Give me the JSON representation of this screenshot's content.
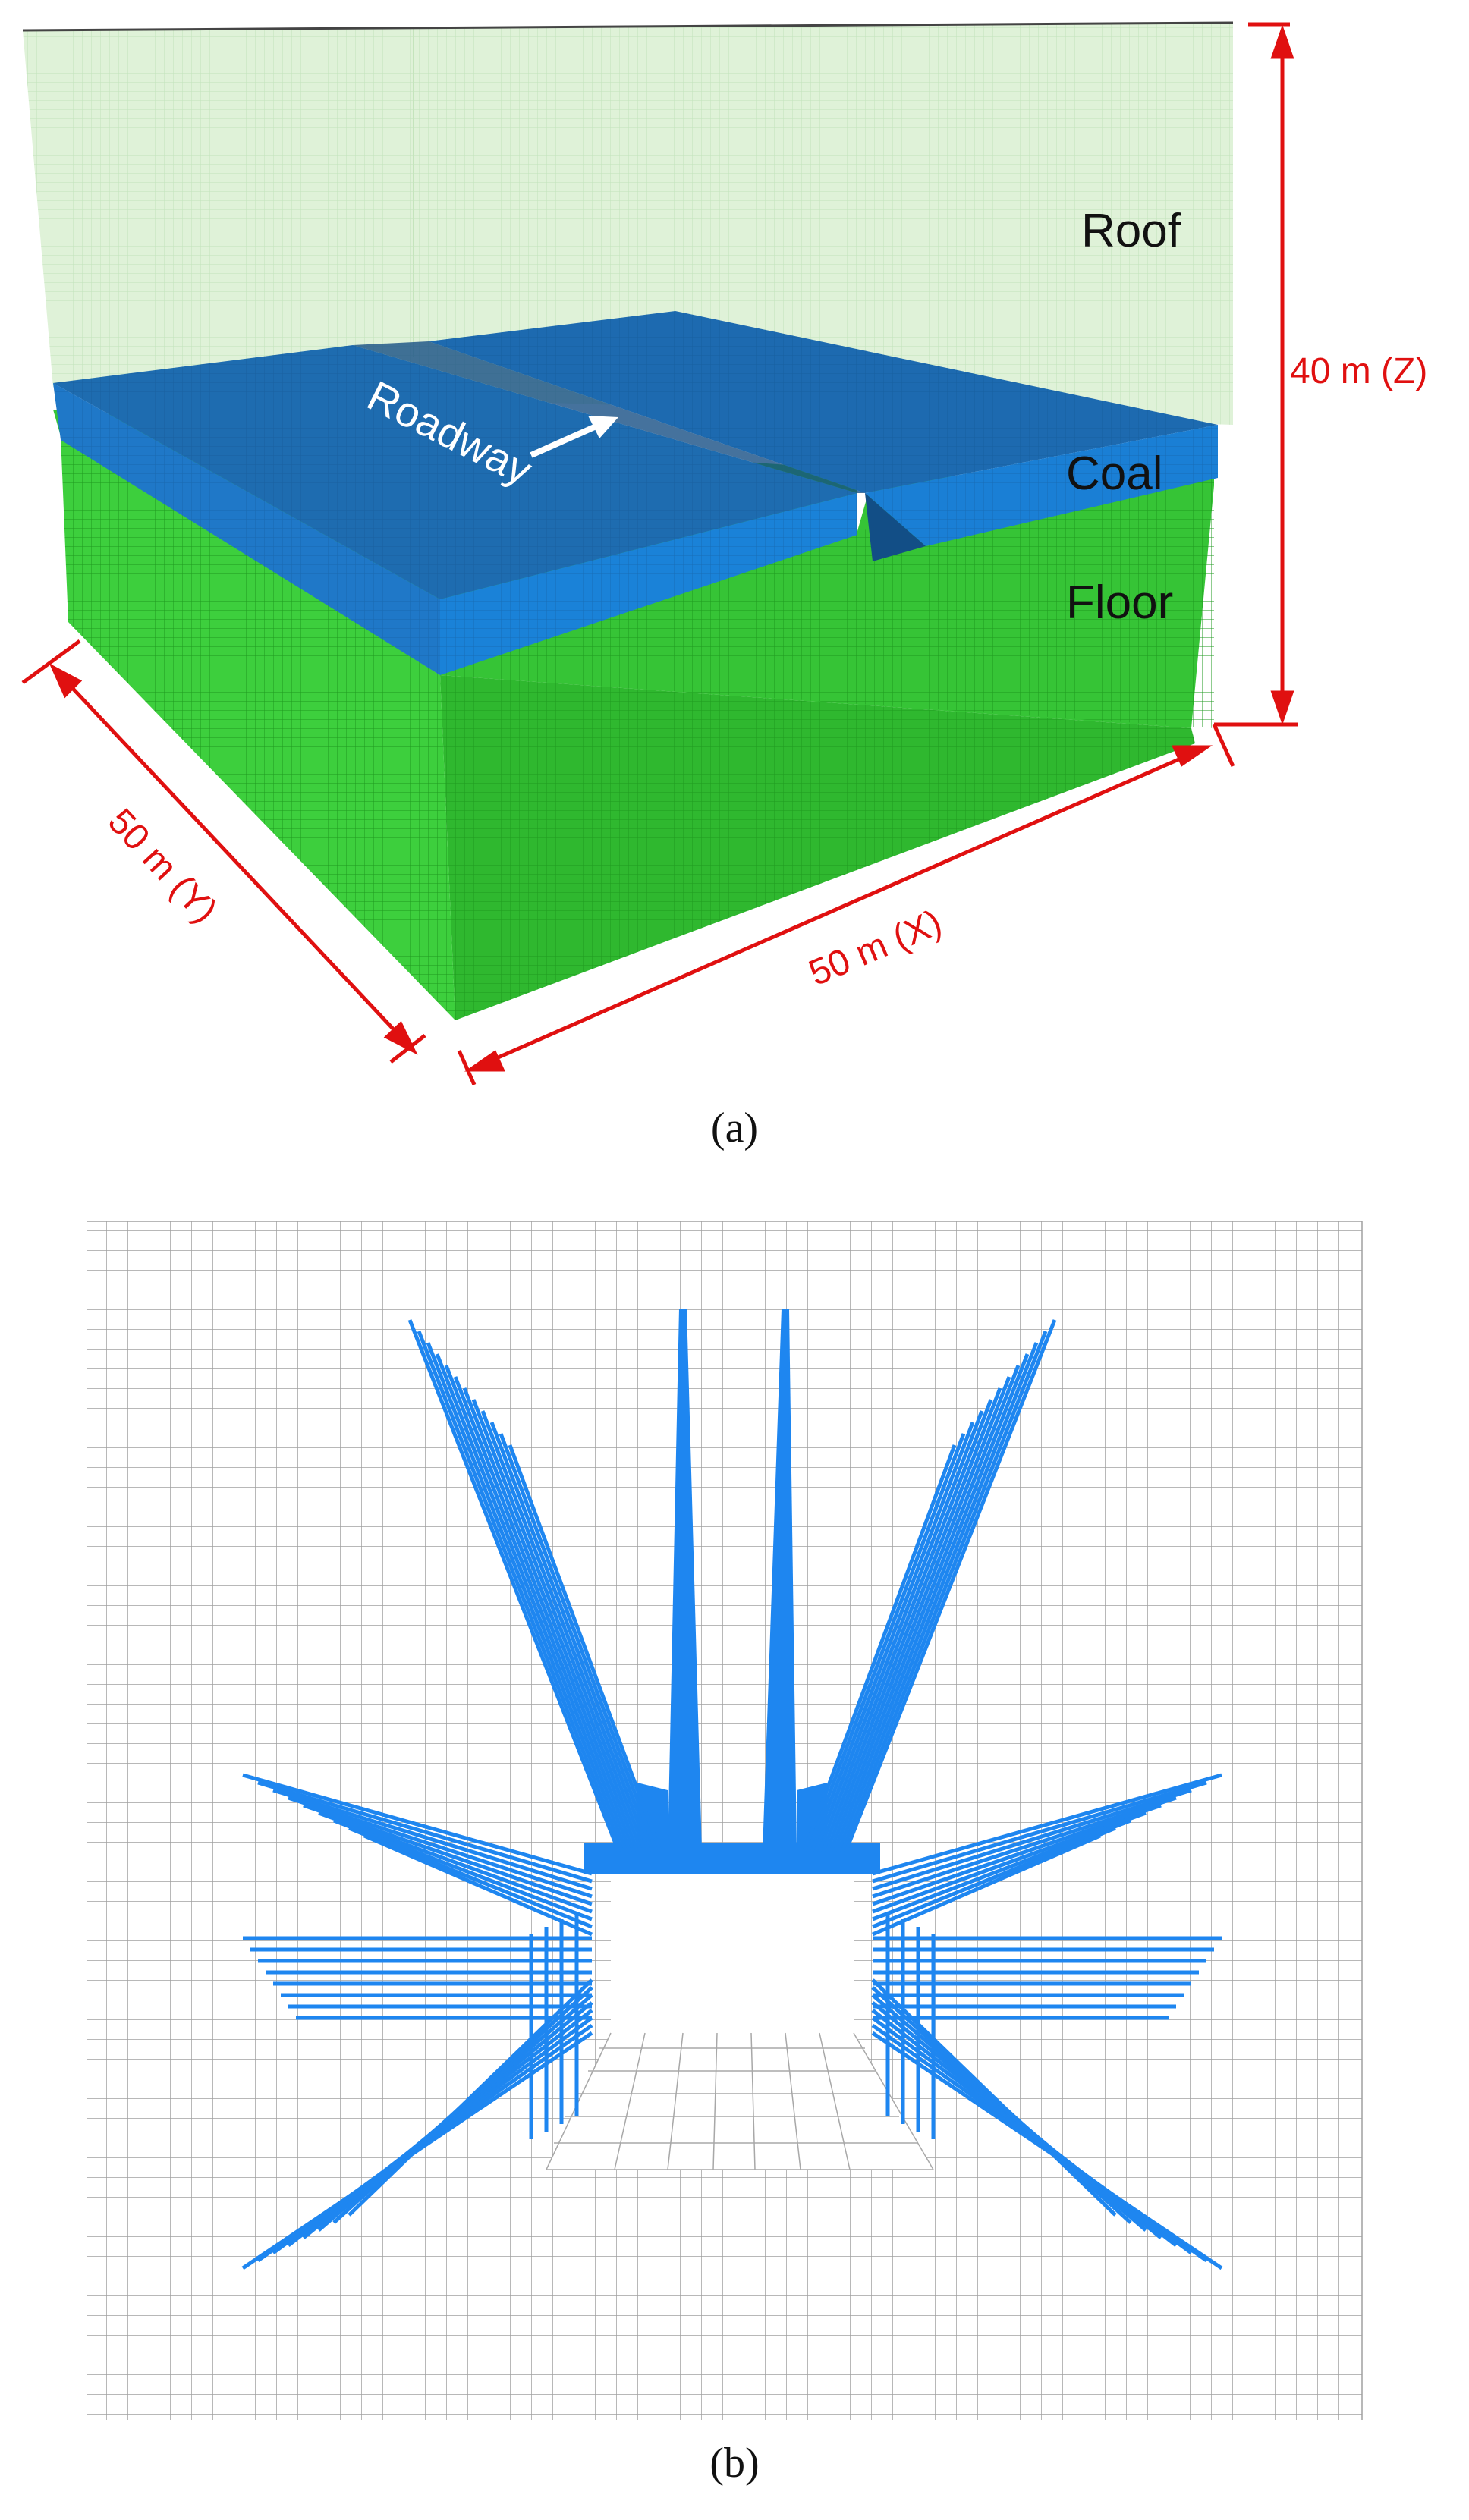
{
  "panel_a": {
    "caption": "(a)",
    "labels": {
      "roof": "Roof",
      "coal": "Coal",
      "floor": "Floor",
      "roadway": "Roadway",
      "height": "40 m (Z)",
      "width_y": "50 m (Y)",
      "width_x": "50 m (X)"
    },
    "colors": {
      "roof": "#d8f0d0",
      "coal": "#1f70b8",
      "floor": "#32c832",
      "dimension": "#e01010",
      "text": "#111111"
    }
  },
  "panel_b": {
    "caption": "(b)",
    "colors": {
      "mesh": "#9a9a9a",
      "bolts": "#1e86f0"
    }
  }
}
